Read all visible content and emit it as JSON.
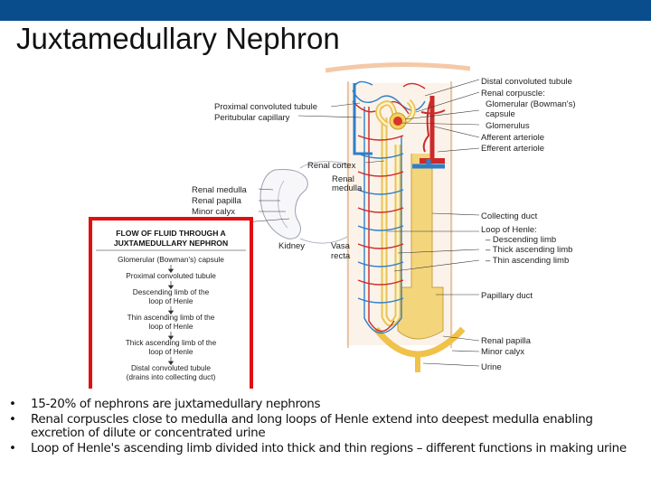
{
  "slide": {
    "title": "Juxtamedullary Nephron",
    "accent_color": "#0a4d8c"
  },
  "diagram": {
    "labels_left": [
      "Proximal convoluted tubule",
      "Peritubular capillary",
      "Renal cortex",
      "Renal medulla",
      "Renal papilla",
      "Minor calyx",
      "Kidney",
      "Renal",
      "medulla",
      "Vasa",
      "recta"
    ],
    "labels_right": [
      "Distal convoluted tubule",
      "Renal corpuscle:",
      "Glomerular (Bowman's)",
      "capsule",
      "Glomerulus",
      "Afferent arteriole",
      "Efferent arteriole",
      "Collecting duct",
      "Loop of Henle:",
      "– Descending limb",
      "– Thick ascending limb",
      "– Thin ascending limb",
      "Papillary duct",
      "Renal papilla",
      "Minor calyx",
      "Urine"
    ],
    "flow_box": {
      "heading": [
        "FLOW OF FLUID THROUGH A",
        "JUXTAMEDULLARY NEPHRON"
      ],
      "steps": [
        [
          "Glomerular (Bowman's) capsule"
        ],
        [
          "Proximal convoluted tubule"
        ],
        [
          "Descending limb of the",
          "loop of Henle"
        ],
        [
          "Thin ascending limb of the",
          "loop of Henle"
        ],
        [
          "Thick ascending limb of the",
          "loop of Henle"
        ],
        [
          "Distal convoluted tubule",
          "(drains into collecting duct)"
        ]
      ],
      "border_color": "#e01010"
    }
  },
  "bullets": [
    {
      "symbol": "•",
      "text": "15-20% of nephrons are juxtamedullary nephrons"
    },
    {
      "symbol": "•",
      "text": "Renal corpuscles close to medulla and long loops of Henle extend into deepest medulla enabling excretion of dilute or concentrated urine"
    },
    {
      "symbol": "•",
      "text": "Loop of Henle's ascending limb divided into thick and thin regions – different functions in making urine"
    }
  ]
}
